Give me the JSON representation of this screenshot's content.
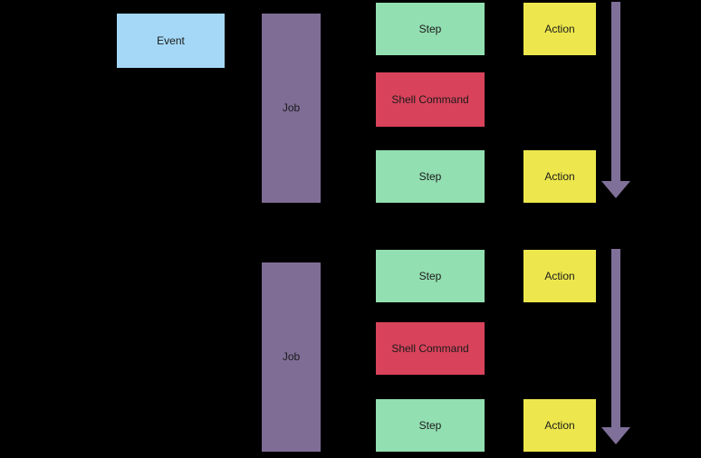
{
  "colors": {
    "background": "#000000",
    "event": "#A4D8F6",
    "job": "#7F6D96",
    "step": "#92DFB1",
    "shell": "#D8435B",
    "action": "#EDE74D",
    "arrow": "#7F7099",
    "text": "#1A1A1A"
  },
  "diagram": {
    "event": {
      "label": "Event"
    },
    "jobs": [
      {
        "label": "Job",
        "items": [
          {
            "kind": "step",
            "label": "Step",
            "action": "Action"
          },
          {
            "kind": "shell",
            "label": "Shell Command",
            "action": null
          },
          {
            "kind": "step",
            "label": "Step",
            "action": "Action"
          }
        ]
      },
      {
        "label": "Job",
        "items": [
          {
            "kind": "step",
            "label": "Step",
            "action": "Action"
          },
          {
            "kind": "shell",
            "label": "Shell Command",
            "action": null
          },
          {
            "kind": "step",
            "label": "Step",
            "action": "Action"
          }
        ]
      }
    ]
  }
}
